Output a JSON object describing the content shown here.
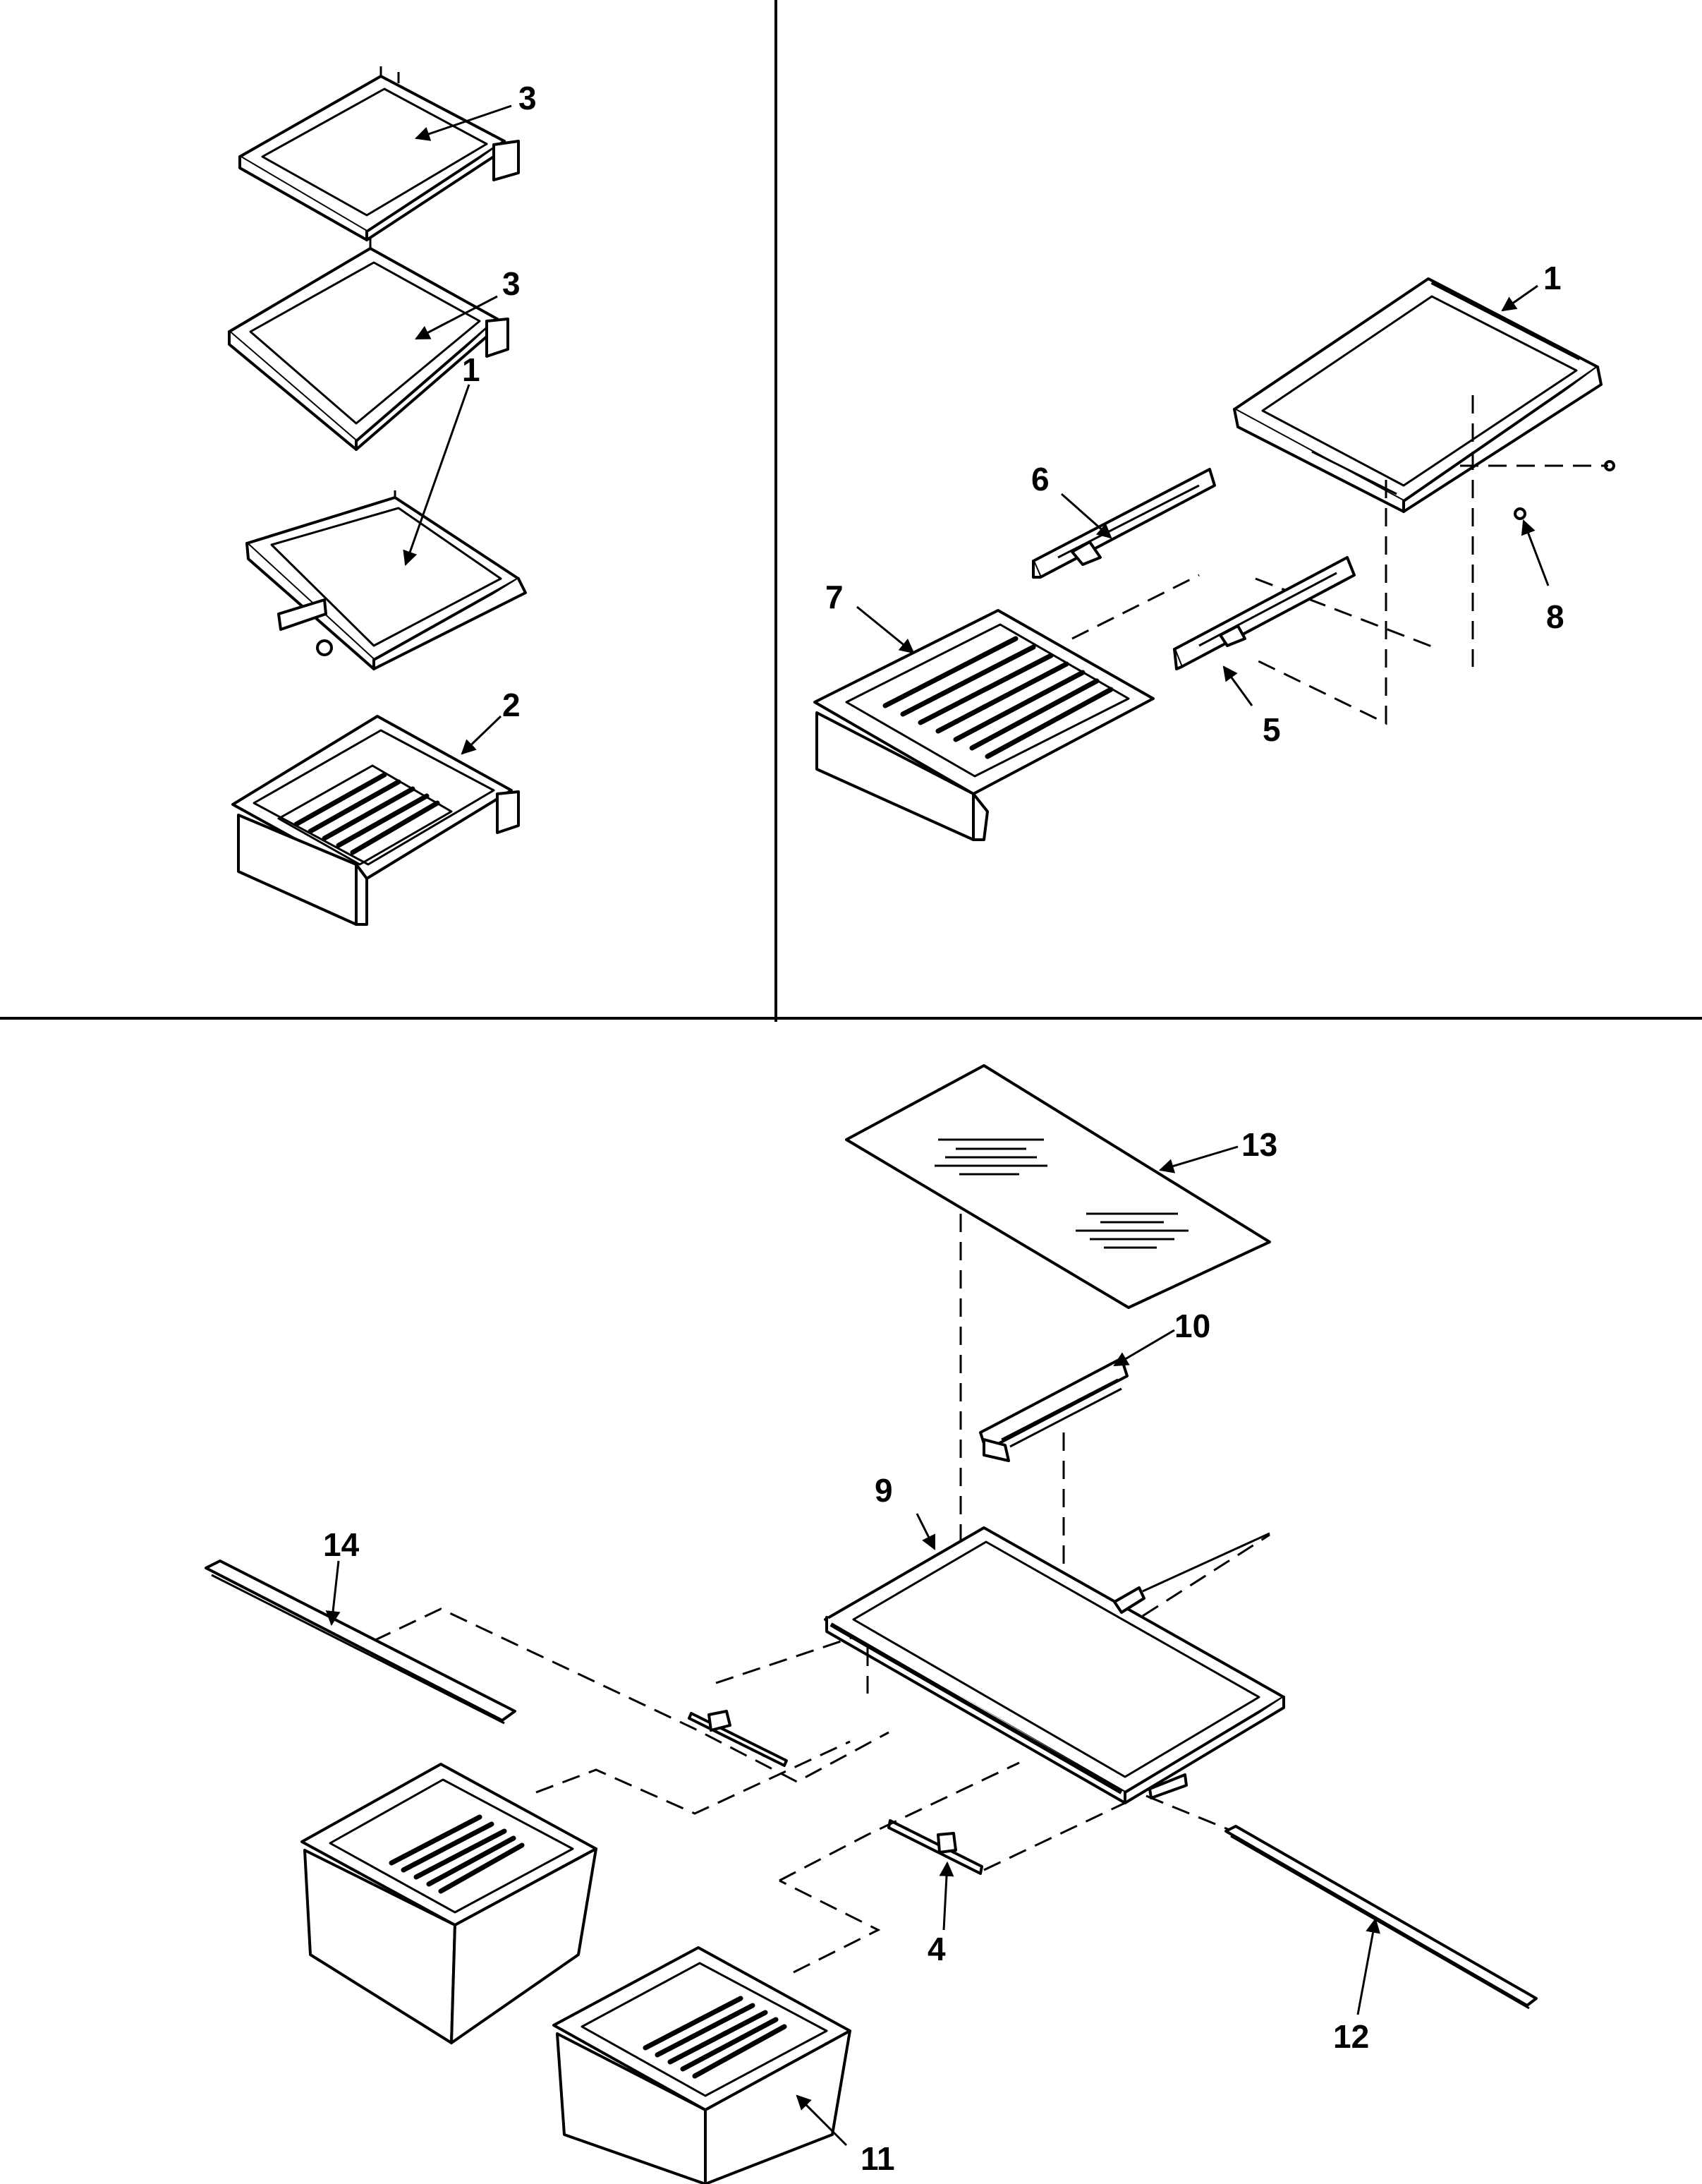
{
  "callouts": {
    "shelf_top": "3",
    "shelf_second": "3",
    "shelf_third": "1",
    "drawer_fourth": "2",
    "shelf_right": "1",
    "slide_6": "6",
    "drawer_7": "7",
    "screw_8": "8",
    "slide_5": "5",
    "glass_13": "13",
    "slide_10": "10",
    "frame_9": "9",
    "trim_14": "14",
    "bracket_4": "4",
    "trim_12": "12",
    "crisper_11": "11"
  }
}
